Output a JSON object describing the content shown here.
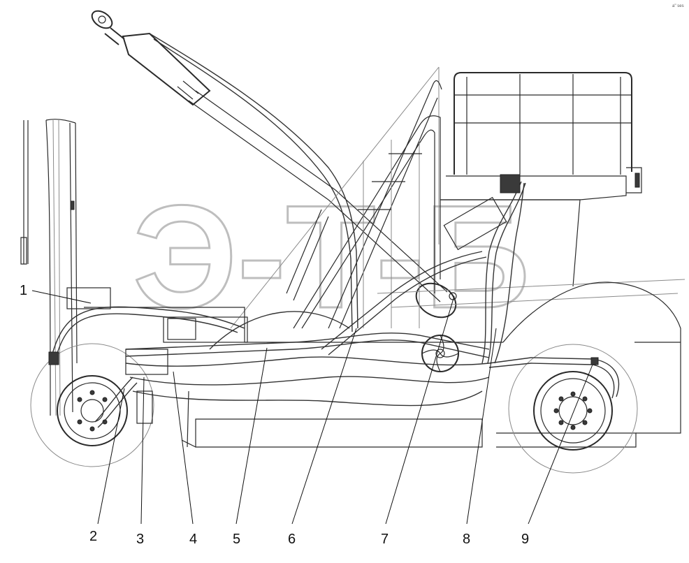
{
  "watermark": {
    "text": "Э-Т-Б"
  },
  "corner_mark": "a'' ses",
  "callouts": [
    {
      "id": "1",
      "label": "1"
    },
    {
      "id": "2",
      "label": "2"
    },
    {
      "id": "3",
      "label": "3"
    },
    {
      "id": "4",
      "label": "4"
    },
    {
      "id": "5",
      "label": "5"
    },
    {
      "id": "6",
      "label": "6"
    },
    {
      "id": "7",
      "label": "7"
    },
    {
      "id": "8",
      "label": "8"
    },
    {
      "id": "9",
      "label": "9"
    }
  ]
}
